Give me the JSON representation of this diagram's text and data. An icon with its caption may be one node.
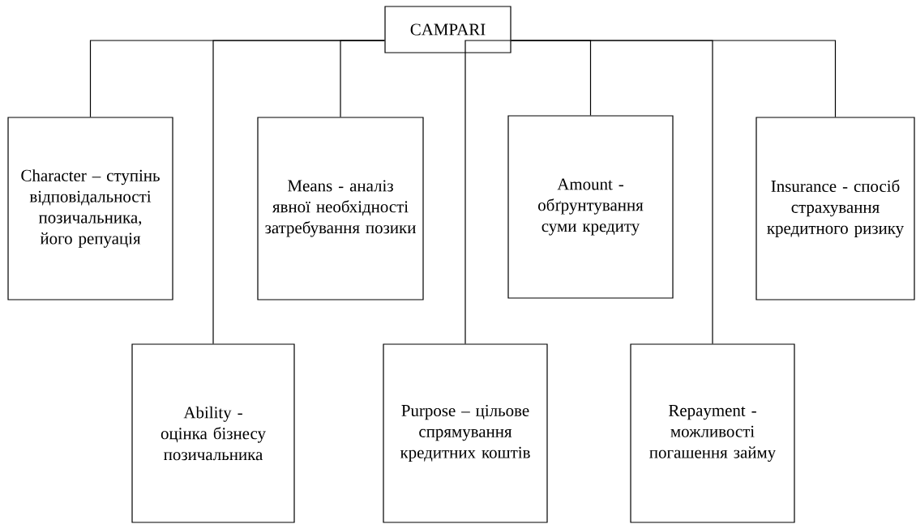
{
  "diagram": {
    "nodes": [
      {
        "text": [
          "CAMPARI"
        ]
      },
      {
        "text": [
          "Character – ступінь відповідальності позичальника, його репуація"
        ]
      },
      {
        "text": [
          "Ability - оцінка бізнесу позичальника"
        ]
      },
      {
        "text": [
          "Means - аналіз явної необхідності затребування позики"
        ]
      },
      {
        "text": [
          "Purpose – цільове спрямування кредитних коштів"
        ]
      },
      {
        "text": [
          "Amount - обґрунтування суми кредиту"
        ]
      },
      {
        "text": [
          "Repayment - можливості погашення займу"
        ]
      },
      {
        "text": [
          "Insurance - спосіб страхування кредитного ризику"
        ]
      }
    ],
    "edges": [
      {
        "from": 0,
        "to": 1,
        "arrow": "none"
      },
      {
        "from": 0,
        "to": 2,
        "arrow": "none"
      },
      {
        "from": 0,
        "to": 3,
        "arrow": "none"
      },
      {
        "from": 0,
        "to": 4,
        "arrow": "none"
      },
      {
        "from": 0,
        "to": 5,
        "arrow": "none"
      },
      {
        "from": 0,
        "to": 6,
        "arrow": "none"
      },
      {
        "from": 0,
        "to": 7,
        "arrow": "none"
      }
    ]
  }
}
